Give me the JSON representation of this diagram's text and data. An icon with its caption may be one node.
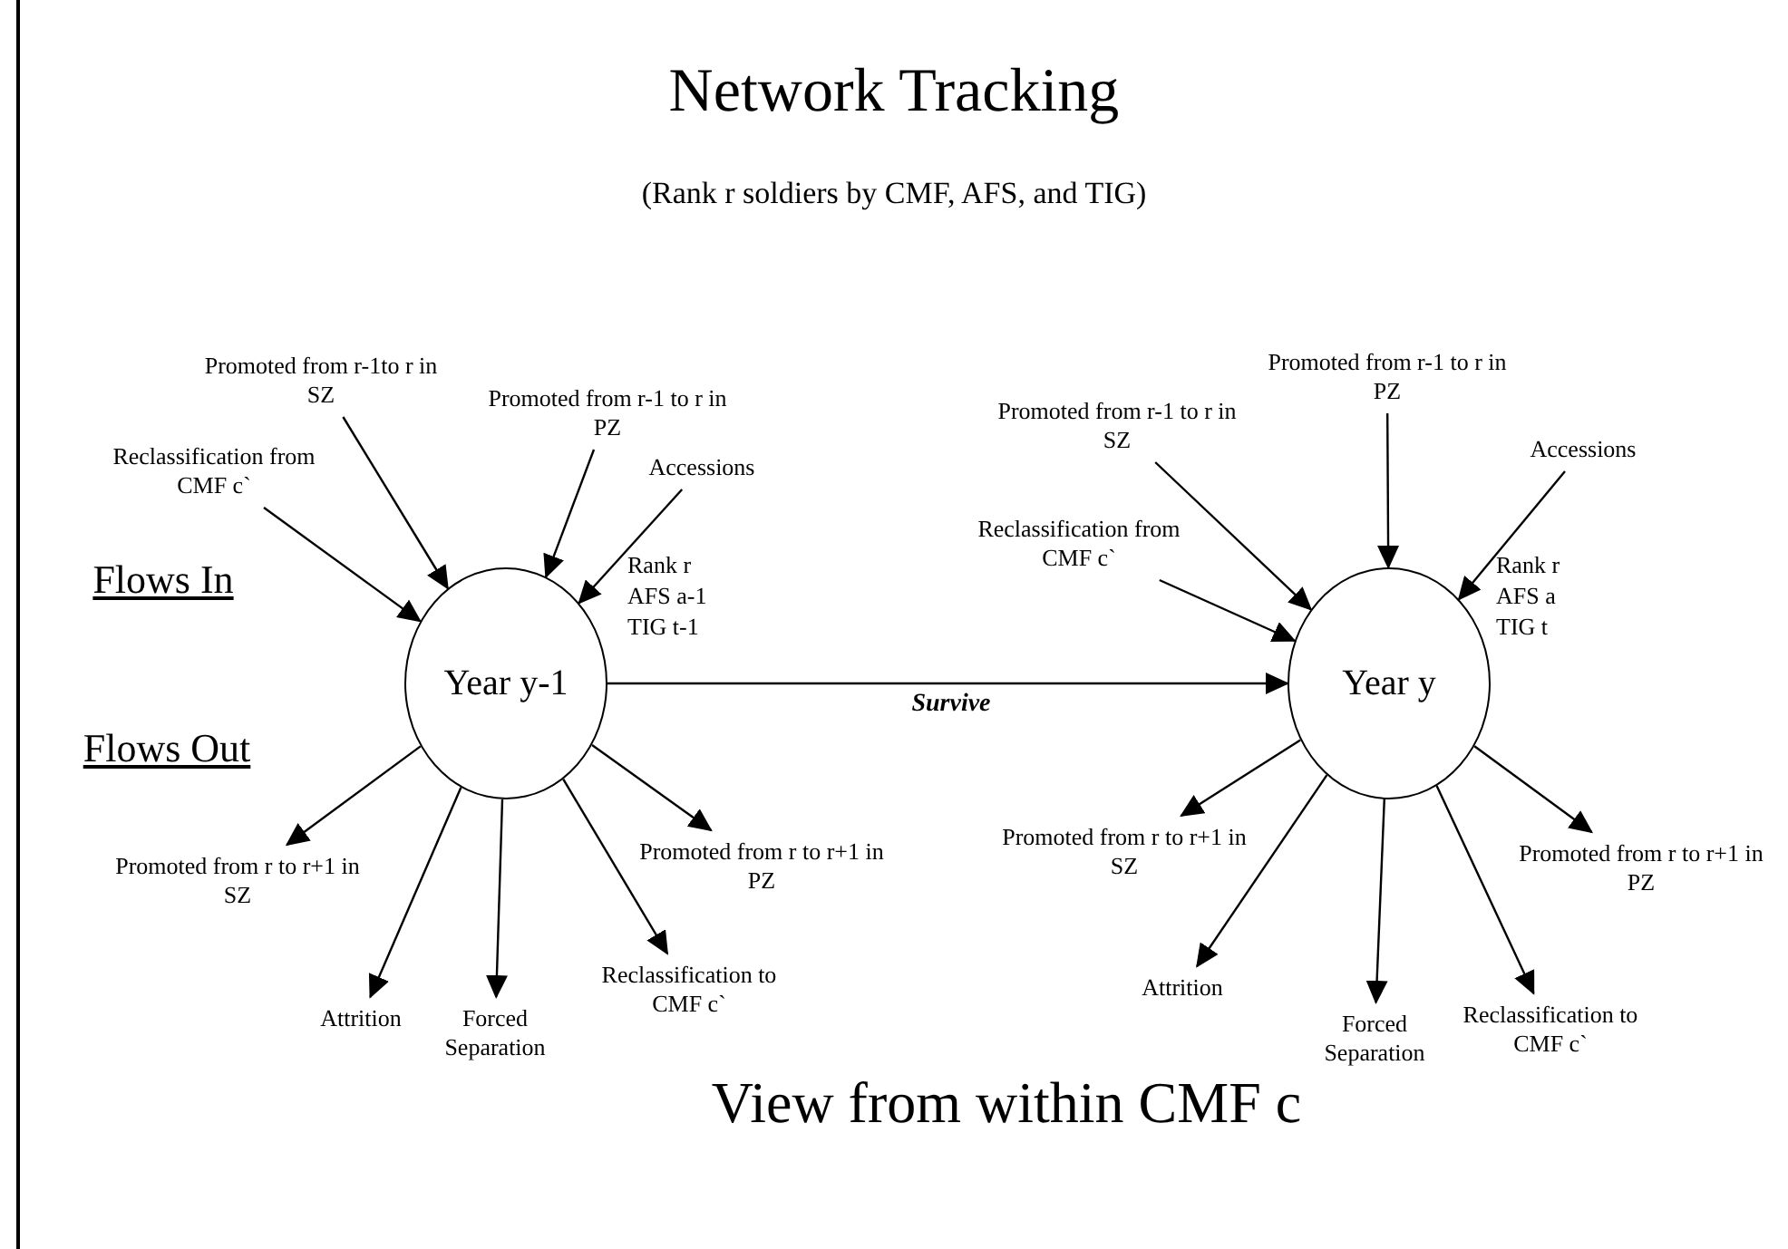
{
  "diagram": {
    "title": "Network Tracking",
    "caption": "View from within CMF c",
    "nodes": [
      {
        "text": [
          "Year y-1"
        ],
        "beside": [
          "Rank r AFS a-1 TIG t-1"
        ]
      },
      {
        "text": [
          "Promoted from r-1to r in SZ"
        ]
      },
      {
        "text": [
          "Promoted from r-1 to r in PZ"
        ]
      },
      {
        "text": [
          "Reclassification from CMF c`"
        ]
      },
      {
        "text": [
          "Accessions"
        ]
      },
      {
        "text": [
          "Promoted from r to r+1 in SZ"
        ]
      },
      {
        "text": [
          "Attrition"
        ]
      },
      {
        "text": [
          "Forced Separation"
        ]
      },
      {
        "text": [
          "Reclassification to CMF c`"
        ]
      },
      {
        "text": [
          "Promoted from r to r+1 in PZ"
        ]
      },
      {
        "text": [
          "Year y"
        ],
        "beside": [
          "Rank r AFS a TIG t"
        ]
      },
      {
        "text": [
          "Promoted from r-1 to r in PZ"
        ]
      },
      {
        "text": [
          "Promoted from r-1 to r in SZ"
        ]
      },
      {
        "text": [
          "Accessions"
        ]
      },
      {
        "text": [
          "Reclassification from CMF c`"
        ]
      },
      {
        "text": [
          "Promoted from r to r+1 in SZ"
        ]
      },
      {
        "text": [
          "Attrition"
        ]
      },
      {
        "text": [
          "Forced Separation"
        ]
      },
      {
        "text": [
          "Reclassification to CMF c`"
        ]
      },
      {
        "text": [
          "Promoted from r to r+1 in PZ"
        ]
      }
    ],
    "edges": [
      {
        "from": 1,
        "to": 0,
        "arrow": "to"
      },
      {
        "from": 2,
        "to": 0,
        "arrow": "to"
      },
      {
        "from": 3,
        "to": 0,
        "arrow": "to"
      },
      {
        "from": 4,
        "to": 0,
        "arrow": "to"
      },
      {
        "from": 0,
        "to": 5,
        "arrow": "to"
      },
      {
        "from": 0,
        "to": 6,
        "arrow": "to"
      },
      {
        "from": 0,
        "to": 7,
        "arrow": "to"
      },
      {
        "from": 0,
        "to": 8,
        "arrow": "to"
      },
      {
        "from": 0,
        "to": 9,
        "arrow": "to"
      },
      {
        "from": 0,
        "to": 10,
        "arrow": "to",
        "label": "Survive"
      },
      {
        "from": 11,
        "to": 10,
        "arrow": "to"
      },
      {
        "from": 12,
        "to": 10,
        "arrow": "to"
      },
      {
        "from": 13,
        "to": 10,
        "arrow": "to"
      },
      {
        "from": 14,
        "to": 10,
        "arrow": "to"
      },
      {
        "from": 10,
        "to": 15,
        "arrow": "to"
      },
      {
        "from": 10,
        "to": 16,
        "arrow": "to"
      },
      {
        "from": 10,
        "to": 17,
        "arrow": "to"
      },
      {
        "from": 10,
        "to": 18,
        "arrow": "to"
      },
      {
        "from": 10,
        "to": 19,
        "arrow": "to"
      }
    ],
    "labels": [
      "(Rank r soldiers by CMF, AFS, and TIG)",
      "Flows In",
      "Flows Out"
    ]
  }
}
